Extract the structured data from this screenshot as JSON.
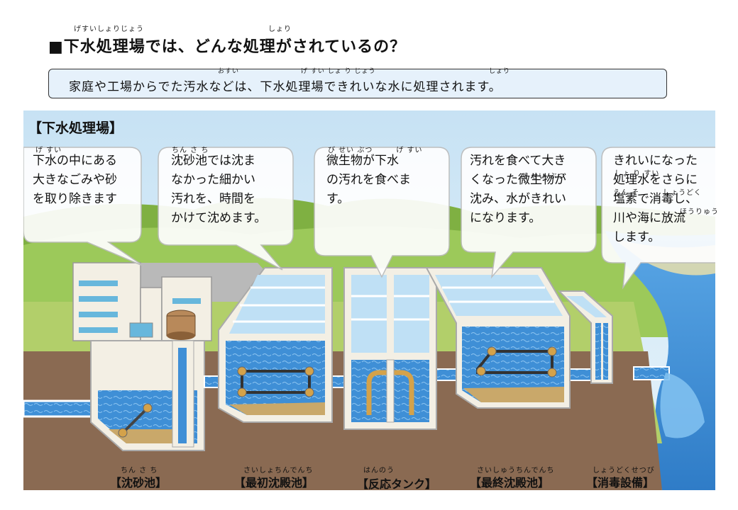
{
  "title": {
    "ruby": "げすいしょりじょう",
    "ruby2": "しょり",
    "text": "■下水処理場では、どんな処理がされているの？"
  },
  "intro": {
    "ruby_osui": "おすい",
    "ruby_gesui": "げ すい しょ り じょう",
    "ruby_shori": "しょり",
    "text": "家庭や工場からでた汚水などは、下水処理場できれいな水に処理されます。"
  },
  "facility_title": "【下水処理場】",
  "bubbles": [
    {
      "ruby": "げ すい",
      "lines": [
        "下水の中にある",
        "大きなごみや砂",
        "を取り除きます"
      ]
    },
    {
      "ruby": "ちん さ ち",
      "lines": [
        "沈砂池では沈ま",
        "なかった細かい",
        "汚れを、時間を",
        "かけて沈めます。"
      ]
    },
    {
      "ruby": "び せい ぶつ　　　げ すい",
      "lines": [
        "微生物が下水",
        "の汚れを食べま",
        "す。"
      ]
    },
    {
      "ruby": "び せい ぶつ",
      "lines": [
        "汚れを食べて大き",
        "くなった微生物が",
        "沈み、水がきれい",
        "になります。"
      ]
    },
    {
      "ruby": "しょ り すい",
      "ruby2": "えん そ　　　しょうどく",
      "ruby3": "ほうりゅう",
      "lines": [
        "きれいになった",
        "処理水をさらに",
        "塩素で消毒し、",
        "川や海に放流",
        "します。"
      ]
    }
  ],
  "stages": [
    {
      "ruby": "ちん さ ち",
      "label": "【沈砂池】"
    },
    {
      "ruby": "さいしょちんでんち",
      "label": "【最初沈殿池】"
    },
    {
      "ruby": "はんのう",
      "label": "【反応タンク】"
    },
    {
      "ruby": "さいしゅうちんでんち",
      "label": "【最終沈殿池】"
    },
    {
      "ruby": "しょうどくせつび",
      "label": "【消毒設備】"
    }
  ],
  "colors": {
    "sky": "#cfe6f5",
    "hill": "#8fbf4e",
    "ground": "#8a6a52",
    "water": "#3f8fd6",
    "sludge": "#c9a86a",
    "wall": "#f3efe4",
    "pipe": "#d4a24a"
  }
}
